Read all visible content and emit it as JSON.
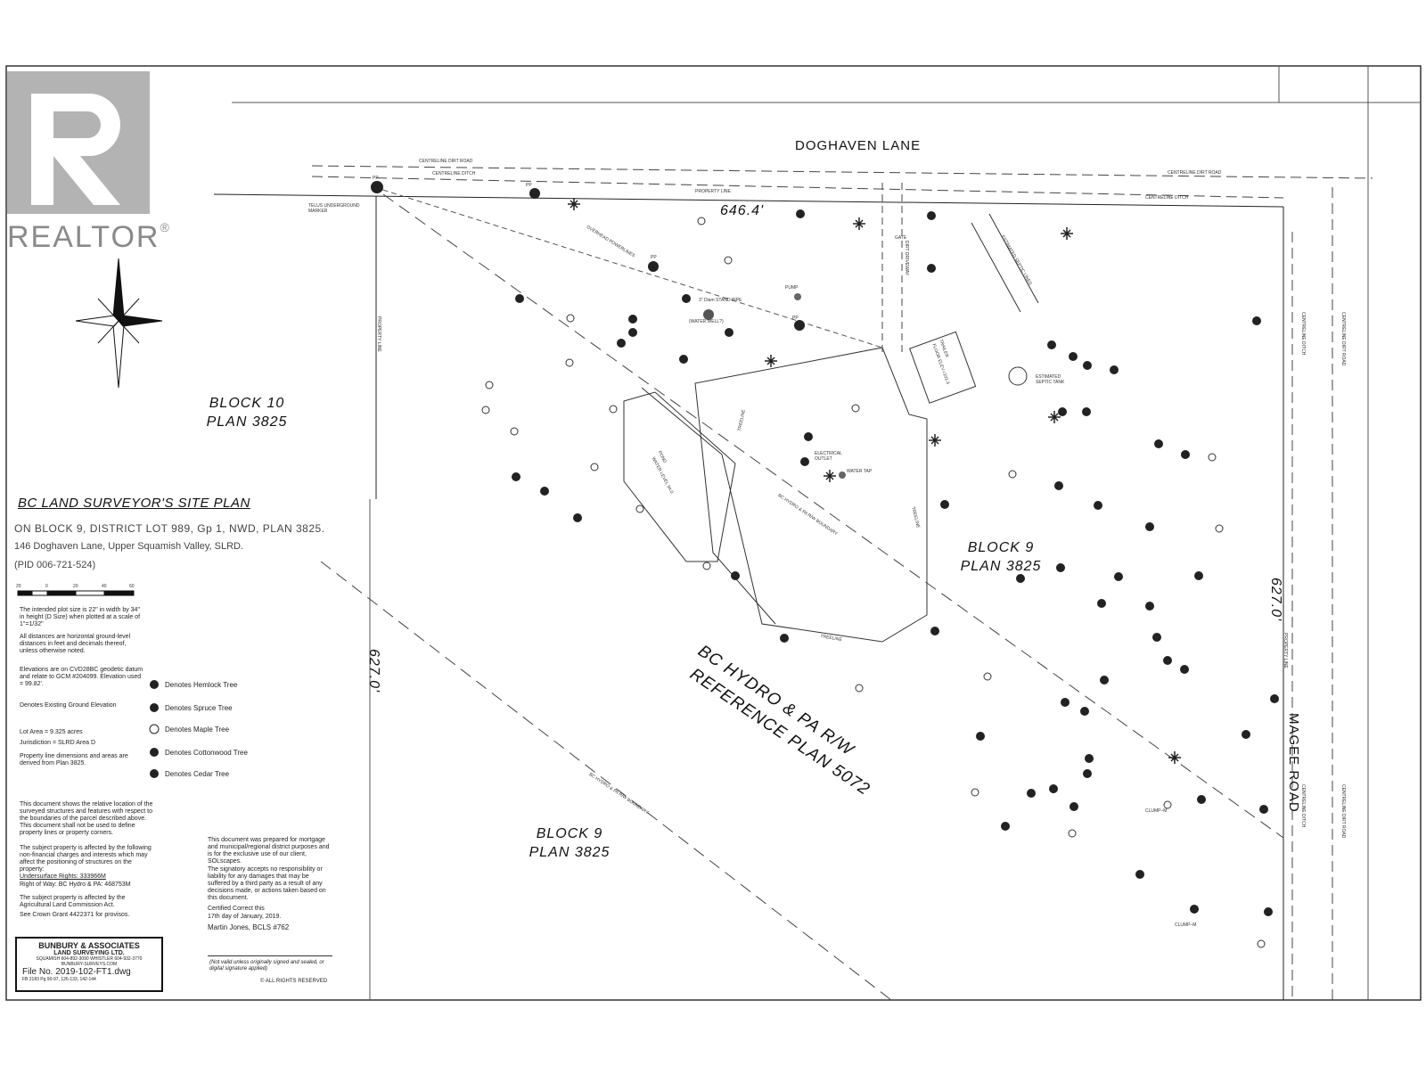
{
  "watermark": {
    "brand": "REALTOR",
    "registered": "®"
  },
  "roads": {
    "doghaven": "DOGHAVEN LANE",
    "magee": "MAGEE ROAD",
    "centreline_dirt_road": "CENTRELINE DIRT ROAD",
    "centreline_ditch": "CENTRELINE DITCH"
  },
  "labels": {
    "property_line": "PROPERTY LINE",
    "treeline": "TREELINE",
    "overhead_powerlines": "OVERHEAD POWERLINES",
    "dirt_driveway": "DIRT DRIVEWAY",
    "gate": "GATE",
    "pond": "POND",
    "water_level": "WATER LEVEL 94.0",
    "estimated_septic_tank": "ESTIMATED SEPTIC TANK",
    "estimated_septic_lines": "ESTIMATED SEPTIC LINES",
    "trailer": "TRAILER",
    "floor_elev": "FLOOR ELEV.=101.3",
    "stand_pipe": "3\" Diam STAND PIPE",
    "water_well": "(WATER WELL?)",
    "pump": "PUMP",
    "electrical_outlet": "ELECTRICAL OUTLET",
    "water_tap": "WATER TAP",
    "telus_marker": "TELUS UNDERGROUND MARKER",
    "bc_hydro_boundary": "BC HYDRO & PA R/W BOUNDARY",
    "bc_hydro_rw": "BC HYDRO & PA R/W",
    "reference_plan": "REFERENCE PLAN 5072",
    "clump_m": "CLUMP–M",
    "pp": "PP"
  },
  "dimensions": {
    "north": "646.4'",
    "west": "627.0'",
    "east": "627.0'"
  },
  "blocks": [
    {
      "name": "BLOCK 10",
      "plan": "PLAN 3825"
    },
    {
      "name": "BLOCK 9",
      "plan": "PLAN 3825"
    },
    {
      "name": "BLOCK 9",
      "plan": "PLAN 3825"
    }
  ],
  "site_plan": {
    "title": "BC LAND SURVEYOR'S SITE PLAN",
    "line1": "ON BLOCK 9, DISTRICT LOT 989, Gp 1, NWD, PLAN 3825.",
    "line2": "146 Doghaven Lane, Upper Squamish Valley, SLRD.",
    "line3": "(PID  006-721-524)"
  },
  "scale": {
    "ticks": [
      "20",
      "0",
      "20",
      "40",
      "60"
    ]
  },
  "notes": {
    "plot_size": "The intended plot size is 22\" in width by 34\" in height (D Size) when plotted at a scale of 1\"=1/32\"",
    "distances": "All distances are horizontal ground-level distances in feet and decimals thereof, unless otherwise noted.",
    "elevations": "Elevations are on CVD28BC geodetic datum and relate to GCM #204099. Elevation used = 99.82'.",
    "existing_elev": "Denotes Existing Ground Elevation",
    "lot_area": "Lot Area = 9.325 acres",
    "jurisdiction": "Jurisdiction = SLRD Area D",
    "property_dims": "Property line dimensions and areas are derived from Plan 3825.",
    "relative_location": "This document shows the relative location of the surveyed structures and features with respect to the boundaries of the parcel described above. This document shall not be used to define property lines or property corners.",
    "charges": "The subject property is affected by the following non-financial charges and interests which may affect the positioning of structures on the property:",
    "undersurface": "Undersurface Rights: 333966M",
    "right_of_way": "Right of Way: BC Hydro & PA: 468753M",
    "alc": "The subject property is affected by the Agricultural Land Commission Act.",
    "crown_grant": "See Crown Grant 4422371 for provisos.",
    "prepared": "This document was prepared for mortgage and municipal/regional district purposes and is for the exclusive use of our client, SOLscapes.",
    "signatory": "The signatory accepts no responsibility or liability for any damages that may be suffered by a third party as a result of any decisions made, or actions taken based on this document.",
    "certified1": "Certified Correct this",
    "certified2": "17th day of January, 2019.",
    "certified3": "Martin Jones, BCLS #762",
    "not_valid": "(Not valid unless originally signed and sealed, or digital signature applied)",
    "rights": "© ALL RIGHTS RESERVED"
  },
  "legend": {
    "hemlock": "Denotes Hemlock Tree",
    "spruce": "Denotes Spruce Tree",
    "maple": "Denotes Maple Tree",
    "cottonwood": "Denotes Cottonwood Tree",
    "cedar": "Denotes Cedar Tree"
  },
  "title_block": {
    "company1": "BUNBURY & ASSOCIATES",
    "company2": "LAND SURVEYING LTD.",
    "phones": "SQUAMISH 604-892-3090   WHISTLER 604-932-3770",
    "web": "BUNBURY-SURVEYS.COM",
    "file": "File No. 2019-102-FT1.dwg",
    "fb": "FB 2183 Pg 90-97, 126-133, 142-144"
  }
}
